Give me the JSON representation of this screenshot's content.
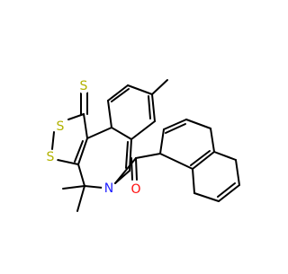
{
  "atom_labels": {
    "thione_s": "S",
    "ring_s_upper": "S",
    "ring_s_lower": "S",
    "nitrogen": "N",
    "carbonyl_o": "O"
  },
  "colors": {
    "sulfur": "#b2b200",
    "nitrogen": "#1f1fff",
    "oxygen": "#ff0d0d",
    "bond": "#000000"
  }
}
